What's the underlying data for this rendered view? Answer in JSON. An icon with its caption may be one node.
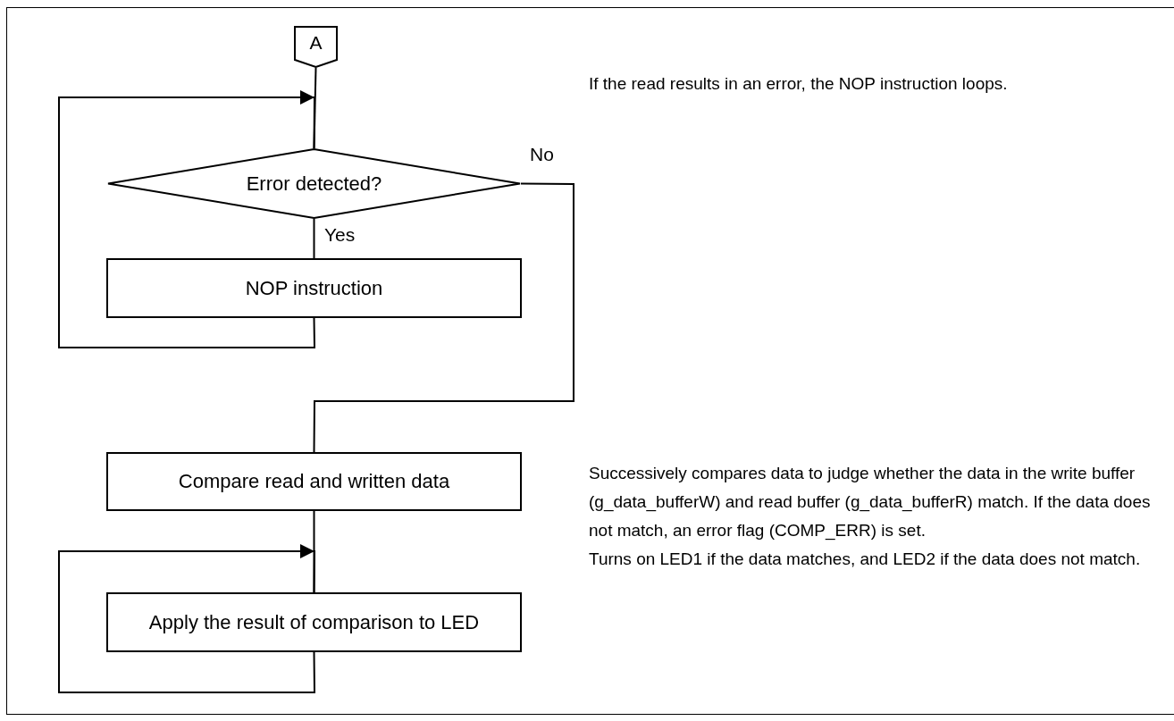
{
  "diagram": {
    "nodes": [
      {
        "text": [
          "A"
        ]
      },
      {
        "text": [
          "Error detected?"
        ]
      },
      {
        "text": [
          "NOP instruction"
        ]
      },
      {
        "text": [
          "Compare read and written data"
        ]
      },
      {
        "text": [
          "Apply the result of comparison to LED"
        ]
      }
    ],
    "edges": [
      {
        "from": 0,
        "to": 1,
        "arrow": "none"
      },
      {
        "from": 1,
        "to": 2,
        "arrow": "none",
        "label": "Yes"
      },
      {
        "from": 2,
        "to": 1,
        "arrow": "to"
      },
      {
        "from": 1,
        "to": 3,
        "arrow": "none",
        "label": "No"
      },
      {
        "from": 3,
        "to": 4,
        "arrow": "none"
      },
      {
        "from": 4,
        "to": 4,
        "arrow": "to"
      }
    ],
    "labels": [
      "If the read results in an error, the NOP instruction loops.",
      "Successively compares data to judge whether the data in the write buffer (g_data_bufferW) and read buffer (g_data_bufferR) match. If the data does not match, an error flag (COMP_ERR) is set.",
      "Turns on LED1 if the data matches, and LED2 if the data does not match."
    ]
  }
}
